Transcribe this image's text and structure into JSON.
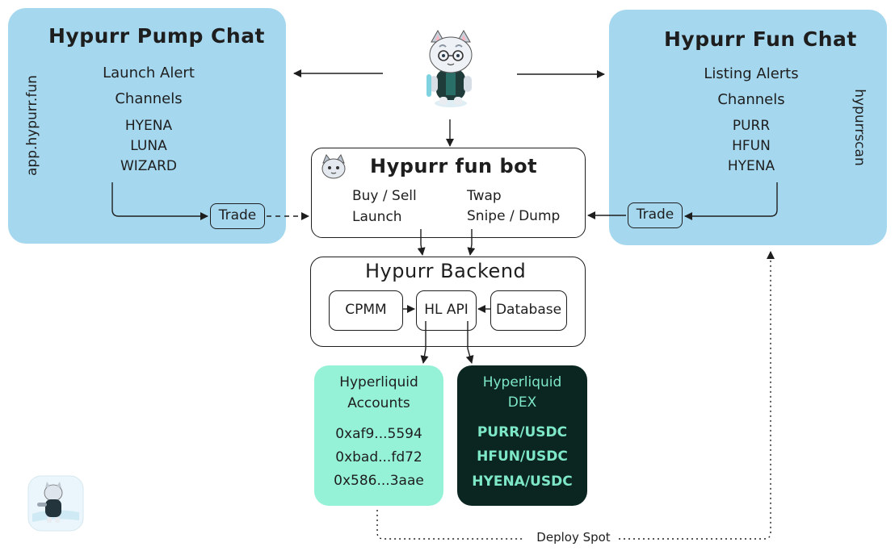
{
  "pump_chat": {
    "title": "Hypurr Pump Chat",
    "side_label": "app.hypurr.fun",
    "alert_line1": "Launch Alert",
    "alert_line2": "Channels",
    "tokens": [
      "HYENA",
      "LUNA",
      "WIZARD"
    ],
    "trade_label": "Trade"
  },
  "fun_chat": {
    "title": "Hypurr Fun Chat",
    "side_label": "hypurrscan",
    "alert_line1": "Listing Alerts",
    "alert_line2": "Channels",
    "tokens": [
      "PURR",
      "HFUN",
      "HYENA"
    ],
    "trade_label": "Trade"
  },
  "bot": {
    "title": "Hypurr fun bot",
    "actions_left": [
      "Buy / Sell",
      "Launch"
    ],
    "actions_right": [
      "Twap",
      "Snipe / Dump"
    ]
  },
  "backend": {
    "title": "Hypurr Backend",
    "modules": [
      "CPMM",
      "HL API",
      "Database"
    ]
  },
  "accounts": {
    "title_line1": "Hyperliquid",
    "title_line2": "Accounts",
    "items": [
      "0xaf9...5594",
      "0xbad...fd72",
      "0x586...3aae"
    ]
  },
  "dex": {
    "title_line1": "Hyperliquid",
    "title_line2": "DEX",
    "pairs": [
      "PURR/USDC",
      "HFUN/USDC",
      "HYENA/USDC"
    ]
  },
  "deploy_label": "Deploy Spot",
  "colors": {
    "panel_blue": "#a5d8ef",
    "accounts_bg": "#96f2d7",
    "dex_bg": "#0b2621",
    "dex_text": "#7ee8c6",
    "stroke": "#1e1e1e"
  },
  "icons": {
    "mascot": "cat-mascot-icon",
    "bot_avatar": "cat-face-icon",
    "corner_logo": "cat-logo-icon"
  }
}
